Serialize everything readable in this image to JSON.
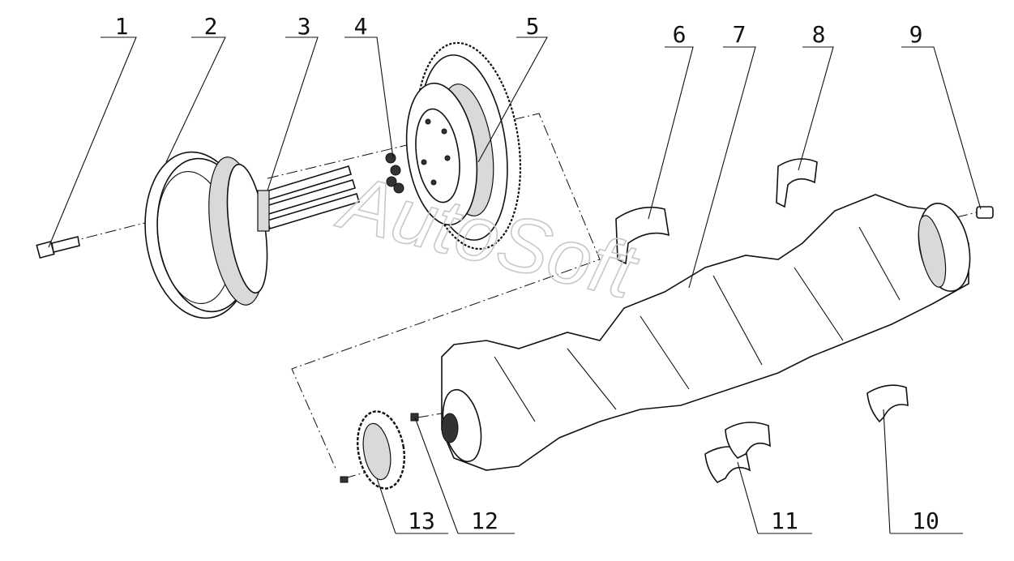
{
  "labels": [
    "1",
    "2",
    "3",
    "4",
    "5",
    "6",
    "7",
    "8",
    "9",
    "10",
    "11",
    "12",
    "13"
  ],
  "watermark": "AutoSoft"
}
